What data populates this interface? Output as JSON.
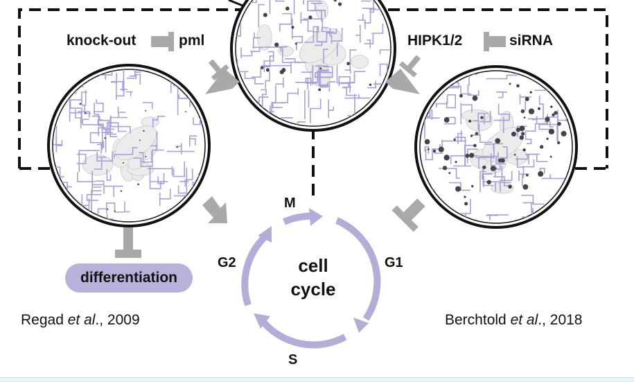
{
  "labels": {
    "knockout": "knock-out",
    "pml": "pml",
    "hipk": "HIPK1/2",
    "sirna": "siRNA",
    "differentiation": "differentiation",
    "cycle_line1": "cell",
    "cycle_line2": "cycle",
    "phase_m": "M",
    "phase_g1": "G1",
    "phase_s": "S",
    "phase_g2": "G2"
  },
  "citations": {
    "left": {
      "author": "Regad ",
      "etal": "et al",
      "rest": "., 2009"
    },
    "right": {
      "author": "Berchtold ",
      "etal": "et al",
      "rest": "., 2018"
    }
  },
  "colors": {
    "chromatin": "#a79fd6",
    "arrow_gray": "#a9a9a9",
    "blob_fill": "#ececec",
    "pill_fill": "#b7b2d9",
    "cycle_arrow": "#b3aed8"
  }
}
